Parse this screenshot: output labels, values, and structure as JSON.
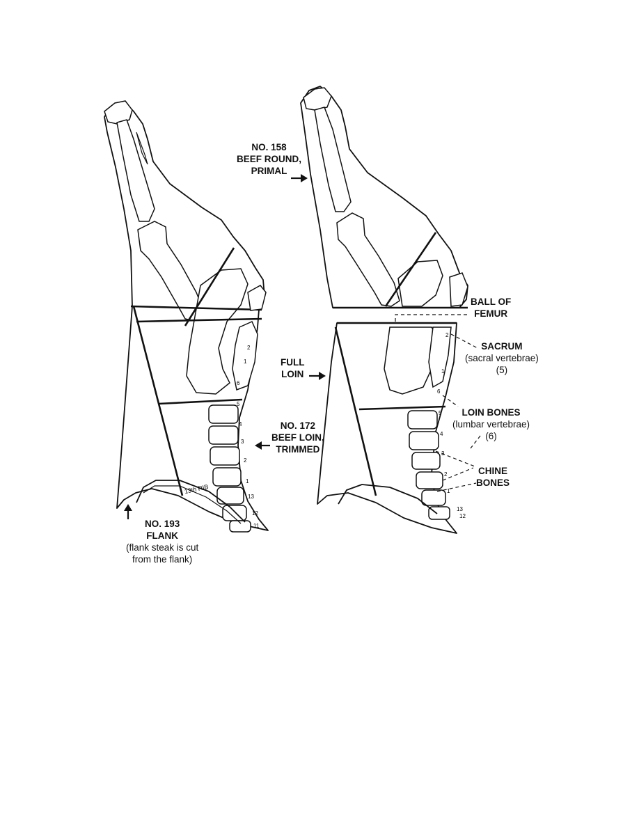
{
  "labels": {
    "round": [
      "NO. 158",
      "BEEF ROUND,",
      "PRIMAL"
    ],
    "ball_of_femur": [
      "BALL OF",
      "FEMUR"
    ],
    "sacrum_title": "SACRUM",
    "sacrum_sub": [
      "(sacral vertebrae)",
      "(5)"
    ],
    "full_loin": [
      "FULL",
      "LOIN"
    ],
    "loin_bones_title": "LOIN BONES",
    "loin_bones_sub": [
      "(lumbar vertebrae)",
      "(6)"
    ],
    "beef_loin": [
      "NO. 172",
      "BEEF LOIN,",
      "TRIMMED"
    ],
    "chine_bones": [
      "CHINE",
      "BONES"
    ],
    "flank_title": [
      "NO. 193",
      "FLANK"
    ],
    "flank_sub": [
      "(flank steak is cut",
      "from the flank)"
    ],
    "rib": "13th RIB"
  },
  "vertebra_numbers": {
    "left_spine": [
      "5",
      "4",
      "3",
      "2",
      "1",
      "13",
      "12",
      "11"
    ],
    "left_sacrum": [
      "6",
      "1",
      "2"
    ],
    "right_spine": [
      "5",
      "4",
      "3",
      "2",
      "1",
      "13",
      "12"
    ],
    "right_sacrum": [
      "6",
      "1",
      "2"
    ]
  }
}
